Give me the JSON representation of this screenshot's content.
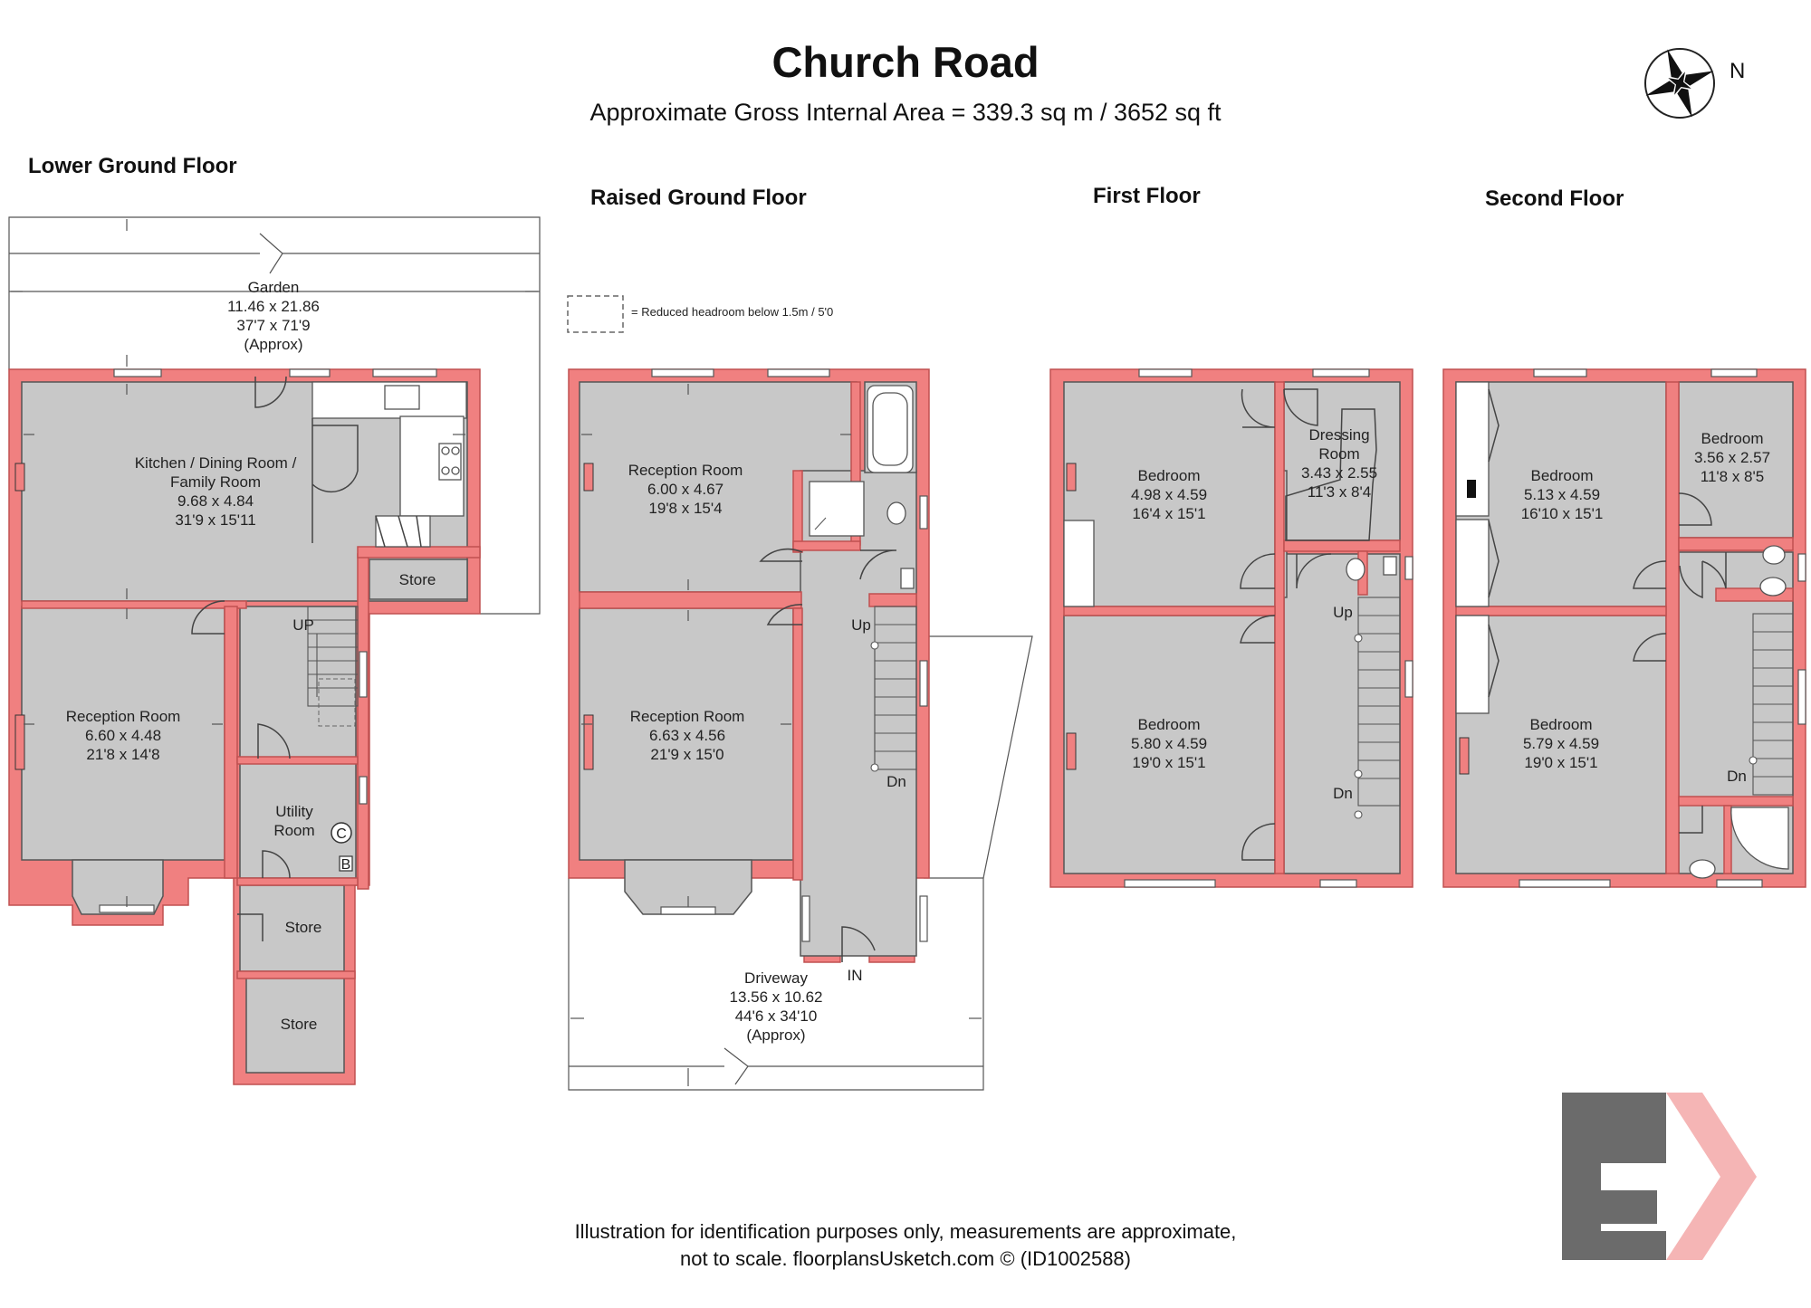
{
  "header": {
    "title": "Church Road",
    "subtitle": "Approximate Gross Internal Area = 339.3 sq m / 3652 sq ft",
    "compass_label": "N"
  },
  "legend": {
    "text": "= Reduced headroom below 1.5m / 5'0"
  },
  "floors": {
    "lower_ground": {
      "label": "Lower Ground Floor",
      "garden": [
        "Garden",
        "11.46 x 21.86",
        "37'7 x 71'9",
        "(Approx)"
      ],
      "kitchen": [
        "Kitchen / Dining Room /",
        "Family Room",
        "9.68 x 4.84",
        "31'9 x 15'11"
      ],
      "reception": [
        "Reception Room",
        "6.60 x 4.48",
        "21'8 x 14'8"
      ],
      "store_1": "Store",
      "utility": [
        "Utility",
        "Room"
      ],
      "store_2": "Store",
      "store_3": "Store",
      "up": "UP",
      "boiler_c": "C",
      "boiler_b": "B"
    },
    "raised_ground": {
      "label": "Raised Ground Floor",
      "reception_1": [
        "Reception Room",
        "6.00 x 4.67",
        "19'8 x 15'4"
      ],
      "reception_2": [
        "Reception Room",
        "6.63 x 4.56",
        "21'9 x 15'0"
      ],
      "driveway": [
        "Driveway",
        "13.56 x 10.62",
        "44'6 x 34'10",
        "(Approx)"
      ],
      "up": "Up",
      "dn": "Dn",
      "in": "IN"
    },
    "first": {
      "label": "First Floor",
      "bedroom_1": [
        "Bedroom",
        "4.98 x 4.59",
        "16'4 x 15'1"
      ],
      "dressing": [
        "Dressing",
        "Room",
        "3.43 x 2.55",
        "11'3 x 8'4"
      ],
      "bedroom_2": [
        "Bedroom",
        "5.80 x 4.59",
        "19'0 x 15'1"
      ],
      "up": "Up",
      "dn": "Dn"
    },
    "second": {
      "label": "Second Floor",
      "bedroom_1": [
        "Bedroom",
        "5.13 x 4.59",
        "16'10 x 15'1"
      ],
      "bedroom_small": [
        "Bedroom",
        "3.56 x 2.57",
        "11'8 x 8'5"
      ],
      "bedroom_2": [
        "Bedroom",
        "5.79 x 4.59",
        "19'0 x 15'1"
      ],
      "dn": "Dn"
    }
  },
  "footer": {
    "line1": "Illustration for identification purposes only, measurements are approximate,",
    "line2": "not to scale. floorplansUsketch.com © (ID1002588)"
  },
  "colors": {
    "wall": "#f08080",
    "floor": "#c8c8c8",
    "logo_dark": "#6b6b6b",
    "logo_pink": "#f5b5b5"
  }
}
